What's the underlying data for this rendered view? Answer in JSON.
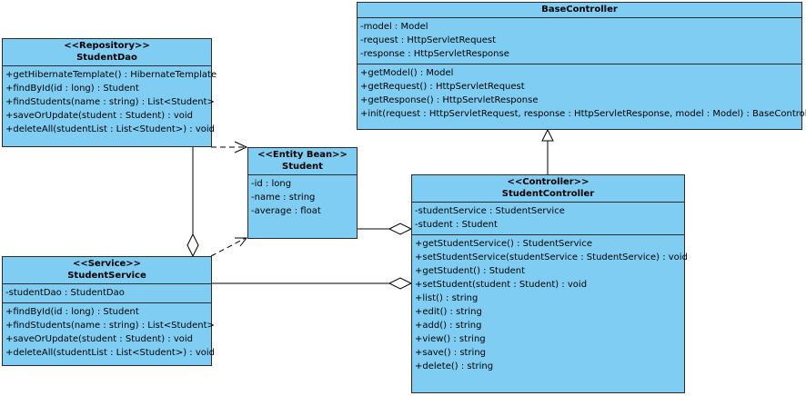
{
  "classes": {
    "base_controller": {
      "name": "BaseController",
      "attributes": [
        "-model : Model",
        "-request : HttpServletRequest",
        "-response : HttpServletResponse"
      ],
      "operations": [
        "+getModel() : Model",
        "+getRequest() : HttpServletRequest",
        "+getResponse() : HttpServletResponse",
        "+init(request : HttpServletRequest, response : HttpServletResponse, model : Model) : BaseController"
      ]
    },
    "student_dao": {
      "stereotype": "<<Repository>>",
      "name": "StudentDao",
      "operations": [
        "+getHibernateTemplate() : HibernateTemplate",
        "+findById(id : long) : Student",
        "+findStudents(name : string) : List<Student>",
        "+saveOrUpdate(student : Student) : void",
        "+deleteAll(studentList : List<Student>) : void"
      ]
    },
    "student": {
      "stereotype": "<<Entity Bean>>",
      "name": "Student",
      "attributes": [
        "-id : long",
        "-name : string",
        "-average : float"
      ]
    },
    "student_controller": {
      "stereotype": "<<Controller>>",
      "name": "StudentController",
      "attributes": [
        "-studentService : StudentService",
        "-student : Student"
      ],
      "operations": [
        "+getStudentService() : StudentService",
        "+setStudentService(studentService : StudentService) : void",
        "+getStudent() : Student",
        "+setStudent(student : Student) : void",
        "+list() : string",
        "+edit() : string",
        "+add() : string",
        "+view() : string",
        "+save() : string",
        "+delete() : string"
      ]
    },
    "student_service": {
      "stereotype": "<<Service>>",
      "name": "StudentService",
      "attributes": [
        "-studentDao : StudentDao"
      ],
      "operations": [
        "+findById(id : long) : Student",
        "+findStudents(name : string) : List<Student>",
        "+saveOrUpdate(student : Student) : void",
        "+deleteAll(studentList : List<Student>) : void"
      ]
    }
  }
}
